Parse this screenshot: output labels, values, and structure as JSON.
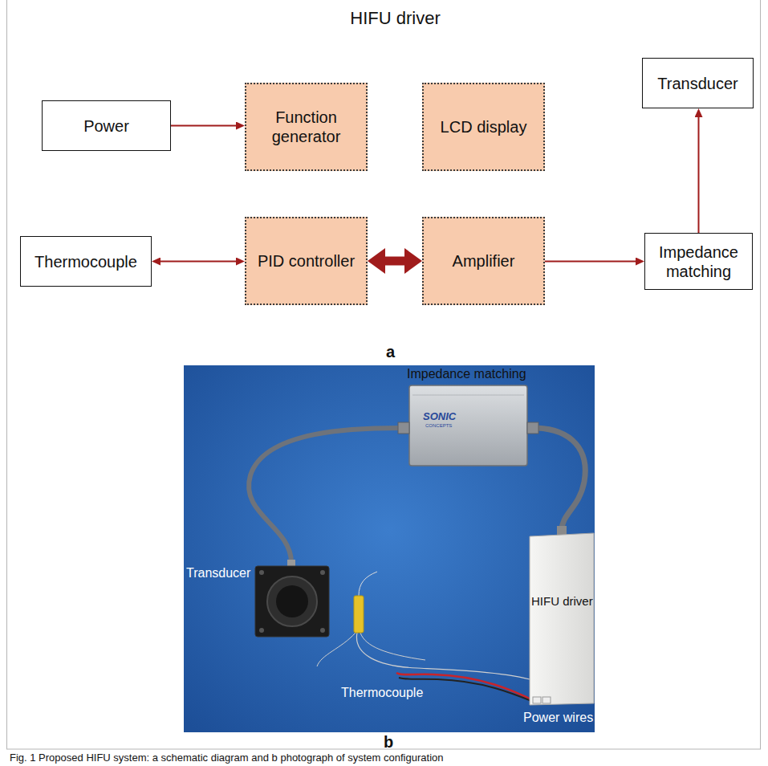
{
  "diagram": {
    "caption": "Fig. 1 Proposed HIFU system: a schematic diagram and b photograph of system configuration",
    "nodes": [
      {
        "text": [
          "HIFU driver"
        ]
      },
      {
        "text": [
          "Power"
        ]
      },
      {
        "text": [
          "Function generator"
        ],
        "in": 0
      },
      {
        "text": [
          "LCD display"
        ],
        "in": 0
      },
      {
        "text": [
          "Transducer"
        ]
      },
      {
        "text": [
          "Thermocouple"
        ]
      },
      {
        "text": [
          "PID controller"
        ],
        "in": 0
      },
      {
        "text": [
          "Amplifier"
        ],
        "in": 0
      },
      {
        "text": [
          "Impedance matching"
        ]
      }
    ],
    "edges": [
      {
        "from": 1,
        "to": 2,
        "arrow": "to"
      },
      {
        "from": 5,
        "to": 6,
        "arrow": "both"
      },
      {
        "from": 6,
        "to": 7,
        "arrow": "both"
      },
      {
        "from": 7,
        "to": 8,
        "arrow": "to"
      },
      {
        "from": 8,
        "to": 4,
        "arrow": "to"
      }
    ],
    "labels": [
      "a",
      "Impedance matching",
      "SONIC",
      "CONCEPTS",
      "Transducer",
      "HIFU driver",
      "Thermocouple",
      "Power wires",
      "b"
    ]
  }
}
